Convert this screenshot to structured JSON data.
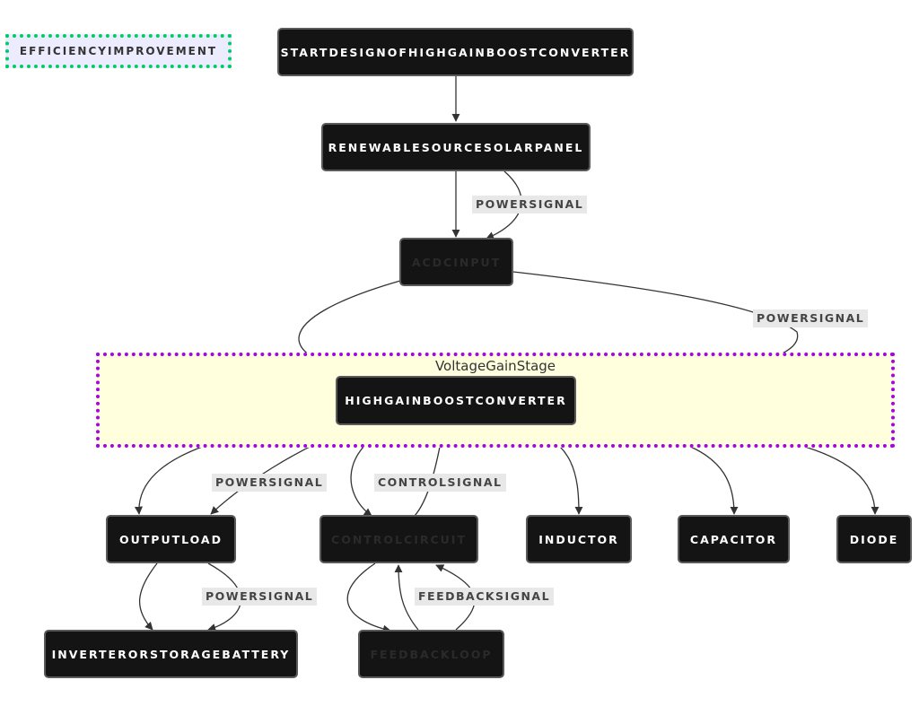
{
  "legend": {
    "label": "EFFICIENCYIMPROVEMENT"
  },
  "subgraph": {
    "title": "VoltageGainStage"
  },
  "nodes": {
    "start": "STARTDESIGNOFHIGHGAINBOOSTCONVERTER",
    "source": "RENEWABLESOURCESOLARPANEL",
    "acdc": "ACDCINPUT",
    "converter": "HIGHGAINBOOSTCONVERTER",
    "output": "OUTPUTLOAD",
    "control": "CONTROLCIRCUIT",
    "inductor": "INDUCTOR",
    "capacitor": "CAPACITOR",
    "diode": "DIODE",
    "inverter": "INVERTERORSTORAGEBATTERY",
    "feedback": "FEEDBACKLOOP"
  },
  "edge_labels": {
    "source_acdc": "POWERSIGNAL",
    "acdc_converter": "POWERSIGNAL",
    "converter_output": "POWERSIGNAL",
    "control_converter": "CONTROLSIGNAL",
    "output_inverter": "POWERSIGNAL",
    "feedback_control": "FEEDBACKSIGNAL"
  }
}
